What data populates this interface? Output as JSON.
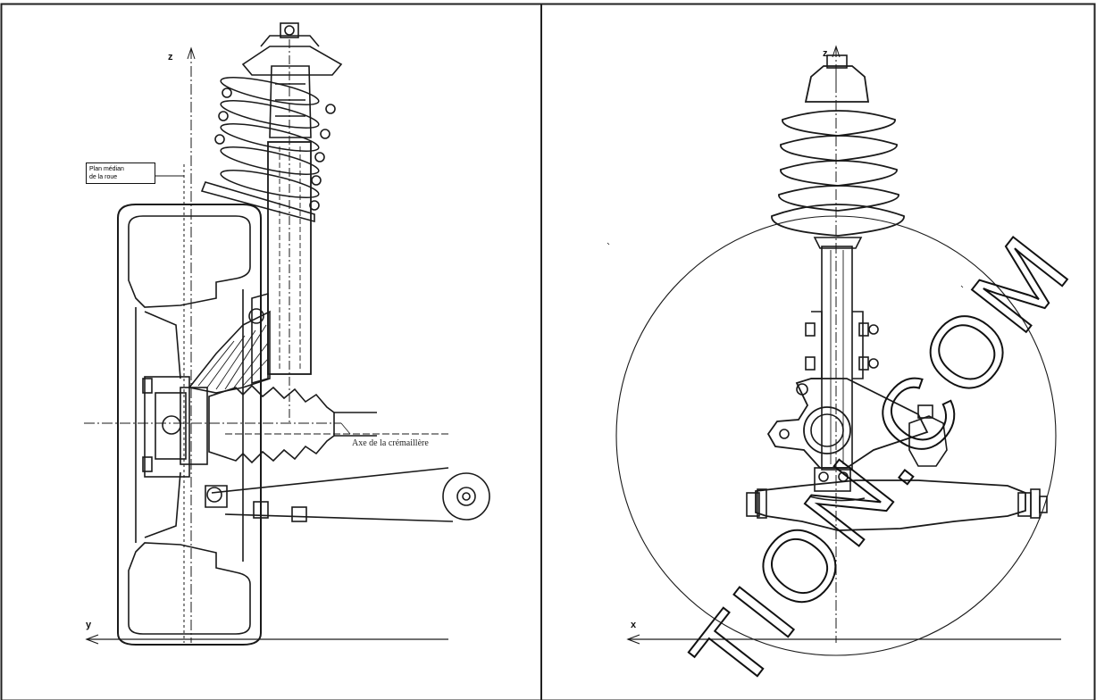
{
  "left_panel": {
    "axis_z": "z",
    "axis_y": "y",
    "callout_line1": "Plan médian",
    "callout_line2": "de la roue",
    "rack_label": "Axe de la crémaillère"
  },
  "right_panel": {
    "axis_z": "z",
    "axis_x": "x"
  },
  "watermark": {
    "text": "TION.COM"
  },
  "colors": {
    "ink": "#1a1a1a",
    "border": "#222222",
    "paper": "#ffffff"
  }
}
